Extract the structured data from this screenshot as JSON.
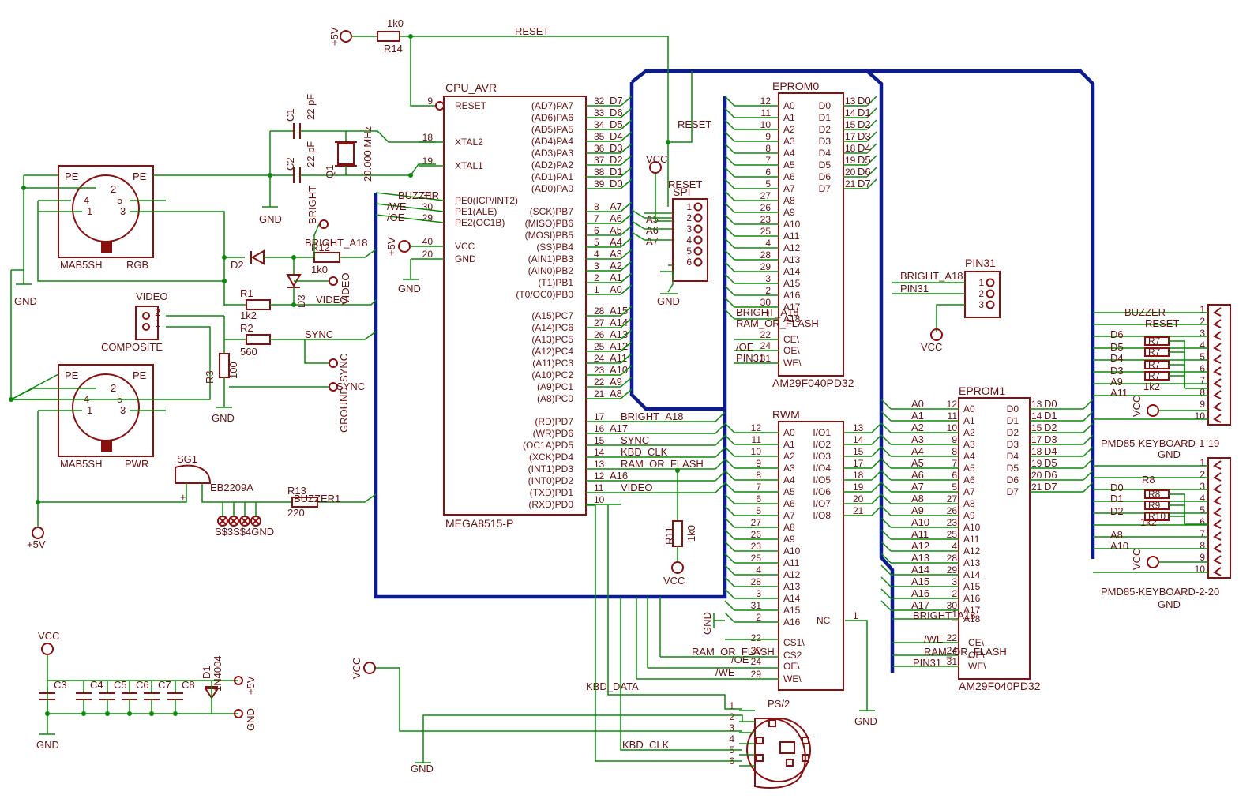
{
  "colors": {
    "wire": "#0a8a0a",
    "bus": "#0c1c8c",
    "part": "#8a1010",
    "text": "#6b1010"
  },
  "cpu": {
    "name": "CPU_AVR",
    "value": "MEGA8515-P",
    "left_pins": [
      {
        "num": "9",
        "name": "RESET"
      },
      {
        "num": "18",
        "name": "XTAL2"
      },
      {
        "num": "19",
        "name": "XTAL1"
      },
      {
        "num": "31",
        "name": "PE0(ICP/INT2)"
      },
      {
        "num": "30",
        "name": "PE1(ALE)"
      },
      {
        "num": "29",
        "name": "PE2(OC1B)"
      },
      {
        "num": "40",
        "name": "VCC"
      },
      {
        "num": "20",
        "name": "GND"
      }
    ],
    "porta": [
      {
        "name": "(AD7)PA7",
        "num": "32",
        "net": "D7"
      },
      {
        "name": "(AD6)PA6",
        "num": "33",
        "net": "D6"
      },
      {
        "name": "(AD5)PA5",
        "num": "34",
        "net": "D5"
      },
      {
        "name": "(AD4)PA4",
        "num": "35",
        "net": "D4"
      },
      {
        "name": "(AD3)PA3",
        "num": "36",
        "net": "D3"
      },
      {
        "name": "(AD2)PA2",
        "num": "37",
        "net": "D2"
      },
      {
        "name": "(AD1)PA1",
        "num": "38",
        "net": "D1"
      },
      {
        "name": "(AD0)PA0",
        "num": "39",
        "net": "D0"
      }
    ],
    "portb": [
      {
        "name": "(SCK)PB7",
        "num": "8",
        "net": "A7"
      },
      {
        "name": "(MISO)PB6",
        "num": "7",
        "net": "A6"
      },
      {
        "name": "(MOSI)PB5",
        "num": "6",
        "net": "A5"
      },
      {
        "name": "(SS)PB4",
        "num": "5",
        "net": "A4"
      },
      {
        "name": "(AIN1)PB3",
        "num": "4",
        "net": "A3"
      },
      {
        "name": "(AIN0)PB2",
        "num": "3",
        "net": "A2"
      },
      {
        "name": "(T1)PB1",
        "num": "2",
        "net": "A1"
      },
      {
        "name": "(T0/OC0)PB0",
        "num": "1",
        "net": "A0"
      }
    ],
    "portc": [
      {
        "name": "(A15)PC7",
        "num": "28",
        "net": "A15"
      },
      {
        "name": "(A14)PC6",
        "num": "27",
        "net": "A14"
      },
      {
        "name": "(A13)PC5",
        "num": "26",
        "net": "A13"
      },
      {
        "name": "(A12)PC4",
        "num": "25",
        "net": "A12"
      },
      {
        "name": "(A11)PC3",
        "num": "24",
        "net": "A11"
      },
      {
        "name": "(A10)PC2",
        "num": "23",
        "net": "A10"
      },
      {
        "name": "(A9)PC1",
        "num": "22",
        "net": "A9"
      },
      {
        "name": "(A8)PC0",
        "num": "21",
        "net": "A8"
      }
    ],
    "portd": [
      {
        "name": "(RD)PD7",
        "num": "17",
        "net": "BRIGHT_A18"
      },
      {
        "name": "(WR)PD6",
        "num": "16",
        "net": "A17"
      },
      {
        "name": "(OC1A)PD5",
        "num": "15",
        "net": "SYNC"
      },
      {
        "name": "(XCK)PD4",
        "num": "14",
        "net": "KBD_CLK"
      },
      {
        "name": "(INT1)PD3",
        "num": "13",
        "net": "RAM_OR_FLASH"
      },
      {
        "name": "(INT0)PD2",
        "num": "12",
        "net": "A16"
      },
      {
        "name": "(TXD)PD1",
        "num": "11",
        "net": "VIDEO"
      },
      {
        "name": "(RXD)PD0",
        "num": "10",
        "net": ""
      }
    ],
    "pe_nets": [
      "BUZZER",
      "/WE",
      "/OE"
    ]
  },
  "eprom0": {
    "name": "EPROM0",
    "value": "AM29F040PD32",
    "addr": [
      {
        "name": "A0",
        "num": "12"
      },
      {
        "name": "A1",
        "num": "11"
      },
      {
        "name": "A2",
        "num": "10"
      },
      {
        "name": "A3",
        "num": "9"
      },
      {
        "name": "A4",
        "num": "8"
      },
      {
        "name": "A5",
        "num": "7"
      },
      {
        "name": "A6",
        "num": "6"
      },
      {
        "name": "A7",
        "num": "5"
      },
      {
        "name": "A8",
        "num": "27"
      },
      {
        "name": "A9",
        "num": "26"
      },
      {
        "name": "A10",
        "num": "23"
      },
      {
        "name": "A11",
        "num": "25"
      },
      {
        "name": "A12",
        "num": "4"
      },
      {
        "name": "A13",
        "num": "28"
      },
      {
        "name": "A14",
        "num": "29"
      },
      {
        "name": "A15",
        "num": "3"
      },
      {
        "name": "A16",
        "num": "2"
      },
      {
        "name": "A17",
        "num": "30"
      },
      {
        "name": "A18",
        "num": "1"
      }
    ],
    "data": [
      {
        "name": "D0",
        "num": "13",
        "net": "D0"
      },
      {
        "name": "D1",
        "num": "14",
        "net": "D1"
      },
      {
        "name": "D2",
        "num": "15",
        "net": "D2"
      },
      {
        "name": "D3",
        "num": "17",
        "net": "D3"
      },
      {
        "name": "D4",
        "num": "18",
        "net": "D4"
      },
      {
        "name": "D5",
        "num": "19",
        "net": "D5"
      },
      {
        "name": "D6",
        "num": "20",
        "net": "D6"
      },
      {
        "name": "D7",
        "num": "21",
        "net": "D7"
      }
    ],
    "ctrl": [
      {
        "name": "CE\\",
        "num": "22",
        "net": "RAM_OR_FLASH"
      },
      {
        "name": "OE\\",
        "num": "24",
        "net": "/OE"
      },
      {
        "name": "WE\\",
        "num": "31",
        "net": "PIN31"
      }
    ],
    "a18_net": "BRIGHT_A18"
  },
  "rwm": {
    "name": "RWM",
    "addr": [
      {
        "name": "A0",
        "num": "12"
      },
      {
        "name": "A1",
        "num": "11"
      },
      {
        "name": "A2",
        "num": "10"
      },
      {
        "name": "A3",
        "num": "9"
      },
      {
        "name": "A4",
        "num": "8"
      },
      {
        "name": "A5",
        "num": "7"
      },
      {
        "name": "A6",
        "num": "6"
      },
      {
        "name": "A7",
        "num": "5"
      },
      {
        "name": "A8",
        "num": "27"
      },
      {
        "name": "A9",
        "num": "26"
      },
      {
        "name": "A10",
        "num": "23"
      },
      {
        "name": "A11",
        "num": "25"
      },
      {
        "name": "A12",
        "num": "4"
      },
      {
        "name": "A13",
        "num": "28"
      },
      {
        "name": "A14",
        "num": "3"
      },
      {
        "name": "A15",
        "num": "31"
      },
      {
        "name": "A16",
        "num": "2"
      }
    ],
    "io": [
      {
        "name": "I/O1",
        "num": "13"
      },
      {
        "name": "I/O2",
        "num": "14"
      },
      {
        "name": "I/O3",
        "num": "15"
      },
      {
        "name": "I/O4",
        "num": "17"
      },
      {
        "name": "I/O5",
        "num": "18"
      },
      {
        "name": "I/O6",
        "num": "19"
      },
      {
        "name": "I/O7",
        "num": "20"
      },
      {
        "name": "I/O8",
        "num": "21"
      }
    ],
    "nc": {
      "name": "NC",
      "num": "1"
    },
    "ctrl": [
      {
        "name": "CS1\\",
        "num": "22",
        "net": ""
      },
      {
        "name": "CS2",
        "num": "30",
        "net": "RAM_OR_FLASH"
      },
      {
        "name": "OE\\",
        "num": "24",
        "net": "/OE"
      },
      {
        "name": "WE\\",
        "num": "29",
        "net": "/WE"
      }
    ]
  },
  "eprom1": {
    "name": "EPROM1",
    "value": "AM29F040PD32",
    "addr": [
      {
        "name": "A0",
        "num": "12",
        "net": "A0"
      },
      {
        "name": "A1",
        "num": "11",
        "net": "A1"
      },
      {
        "name": "A2",
        "num": "10",
        "net": "A2"
      },
      {
        "name": "A3",
        "num": "9",
        "net": "A3"
      },
      {
        "name": "A4",
        "num": "8",
        "net": "A4"
      },
      {
        "name": "A5",
        "num": "7",
        "net": "A5"
      },
      {
        "name": "A6",
        "num": "6",
        "net": "A6"
      },
      {
        "name": "A7",
        "num": "5",
        "net": "A7"
      },
      {
        "name": "A8",
        "num": "27",
        "net": "A8"
      },
      {
        "name": "A9",
        "num": "26",
        "net": "A9"
      },
      {
        "name": "A10",
        "num": "23",
        "net": "A10"
      },
      {
        "name": "A11",
        "num": "25",
        "net": "A11"
      },
      {
        "name": "A12",
        "num": "4",
        "net": "A12"
      },
      {
        "name": "A13",
        "num": "28",
        "net": "A13"
      },
      {
        "name": "A14",
        "num": "29",
        "net": "A14"
      },
      {
        "name": "A15",
        "num": "3",
        "net": "A15"
      },
      {
        "name": "A16",
        "num": "2",
        "net": "A16"
      },
      {
        "name": "A17",
        "num": "30",
        "net": "A17"
      },
      {
        "name": "A18",
        "num": "1",
        "net": "BRIGHT_A18"
      }
    ],
    "data": [
      {
        "name": "D0",
        "num": "13",
        "net": "D0"
      },
      {
        "name": "D1",
        "num": "14",
        "net": "D1"
      },
      {
        "name": "D2",
        "num": "15",
        "net": "D2"
      },
      {
        "name": "D3",
        "num": "17",
        "net": "D3"
      },
      {
        "name": "D4",
        "num": "18",
        "net": "D4"
      },
      {
        "name": "D5",
        "num": "19",
        "net": "D5"
      },
      {
        "name": "D6",
        "num": "20",
        "net": "D6"
      },
      {
        "name": "D7",
        "num": "21",
        "net": "D7"
      }
    ],
    "ctrl": [
      {
        "name": "CE\\",
        "num": "22",
        "net": "/WE"
      },
      {
        "name": "OE\\",
        "num": "24",
        "net": "RAM_OR_FLASH"
      },
      {
        "name": "WE\\",
        "num": "31",
        "net": "PIN31"
      }
    ]
  },
  "spi": {
    "name": "SPI",
    "pins": [
      "1",
      "2",
      "3",
      "4",
      "5",
      "6"
    ],
    "nets": [
      "RESET",
      "VCC",
      "A5",
      "A6",
      "A7",
      "GND"
    ]
  },
  "pin31": {
    "name": "PIN31",
    "pins": [
      "1",
      "2",
      "3"
    ],
    "nets": [
      "BRIGHT_A18",
      "PIN31",
      "VCC"
    ]
  },
  "kbd1": {
    "name": "PMD85-KEYBOARD-1-19",
    "pins": [
      "1",
      "2",
      "3",
      "4",
      "5",
      "6",
      "7",
      "8",
      "9",
      "10"
    ],
    "nets": [
      "BUZZER",
      "RESET",
      "D6",
      "D5",
      "D4",
      "D3",
      "A9",
      "A11",
      "VCC",
      "GND"
    ],
    "rnet": "R7",
    "rvalue": "1k2"
  },
  "kbd2": {
    "name": "PMD85-KEYBOARD-2-20",
    "pins": [
      "1",
      "2",
      "3",
      "4",
      "5",
      "6",
      "7",
      "8",
      "9",
      "10"
    ],
    "nets": [
      "D0",
      "D1",
      "D2",
      "A8",
      "A10",
      "VCC",
      "GND"
    ],
    "rvalue": "1k2",
    "rnames": [
      "R8",
      "R9",
      "R10"
    ]
  },
  "ps2": {
    "name": "PS/2",
    "pins": [
      "1",
      "2",
      "3",
      "4",
      "5",
      "6"
    ],
    "nets": [
      "KBD_DATA",
      "KBD_CLK",
      "VCC",
      "GND"
    ]
  },
  "rgb": {
    "name": "MAB5SH",
    "label": "RGB",
    "pins": [
      "PE",
      "PE",
      "4",
      "2",
      "5",
      "1",
      "3"
    ]
  },
  "pwr": {
    "name": "MAB5SH",
    "label": "PWR",
    "pins": [
      "PE",
      "PE",
      "4",
      "2",
      "5",
      "1",
      "3"
    ]
  },
  "video_conn": {
    "name": "VIDEO",
    "label": "COMPOSITE",
    "pins": [
      "2",
      "1"
    ]
  },
  "crystal": {
    "name": "Q1",
    "value": "20.000 MHz"
  },
  "c1": {
    "name": "C1",
    "value": "22 pF"
  },
  "c2": {
    "name": "C2",
    "value": "22 pF"
  },
  "r1": {
    "name": "R1",
    "value": "1k2"
  },
  "r2": {
    "name": "R2",
    "value": "560"
  },
  "r3": {
    "name": "R3",
    "value": "100"
  },
  "r11": {
    "name": "R11",
    "value": "1k0"
  },
  "r12": {
    "name": "R12",
    "value": "1k0"
  },
  "r13": {
    "name": "R13",
    "value": "220"
  },
  "r14": {
    "name": "R14",
    "value": "1k0"
  },
  "d1": {
    "name": "D1",
    "value": "1N4004"
  },
  "d2": {
    "name": "D2"
  },
  "d3": {
    "name": "D3"
  },
  "sg1": {
    "name": "SG1",
    "value": "EB2209A"
  },
  "caps": [
    "C3",
    "C4",
    "C5",
    "C6",
    "C7",
    "C8"
  ],
  "nets": {
    "reset": "RESET",
    "buzzer": "BUZZER",
    "bright": "BRIGHT",
    "bright_a18": "BRIGHT_A18",
    "video": "VIDEO",
    "sync": "SYNC",
    "ground": "GROUND",
    "gnd": "GND",
    "vcc": "VCC",
    "p5v": "+5V",
    "buzzer1": "BUZZER1",
    "kbd_data": "KBD_DATA",
    "kbd_clk": "KBD_CLK",
    "ram_or_flash": "RAM_OR_FLASH",
    "oe": "/OE",
    "we": "/WE",
    "pin31": "PIN31"
  },
  "pads_bottom": "S$3S$4GND"
}
